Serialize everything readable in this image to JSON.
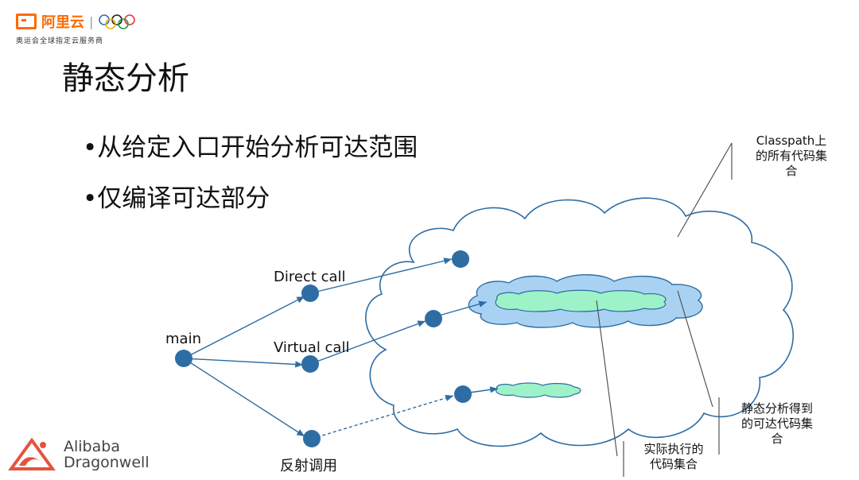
{
  "header": {
    "logo_brand": "阿里云",
    "logo_subtitle": "奥运会全球指定云服务商"
  },
  "title": "静态分析",
  "bullets": [
    "•从给定入口开始分析可达范围",
    "•仅编译可达部分"
  ],
  "diagram": {
    "node_labels": {
      "main": "main",
      "direct": "Direct call",
      "virtual": "Virtual call",
      "reflect": "反射调用"
    },
    "annotations": {
      "classpath": [
        "Classpath上",
        "的所有代码集",
        "合"
      ],
      "static": [
        "静态分析得到",
        "的可达代码集",
        "合"
      ],
      "actual": [
        "实际执行的",
        "代码集合"
      ]
    },
    "colors": {
      "node": "#2e6da4",
      "edge": "#2e6da4",
      "cloud_outline": "#2e6da4",
      "static_cloud_fill": "#a9d2f2",
      "actual_cloud_fill": "#9ef2c8"
    }
  },
  "footer": {
    "brand_line1": "Alibaba",
    "brand_line2": "Dragonwell",
    "brand_color": "#e5533d"
  }
}
